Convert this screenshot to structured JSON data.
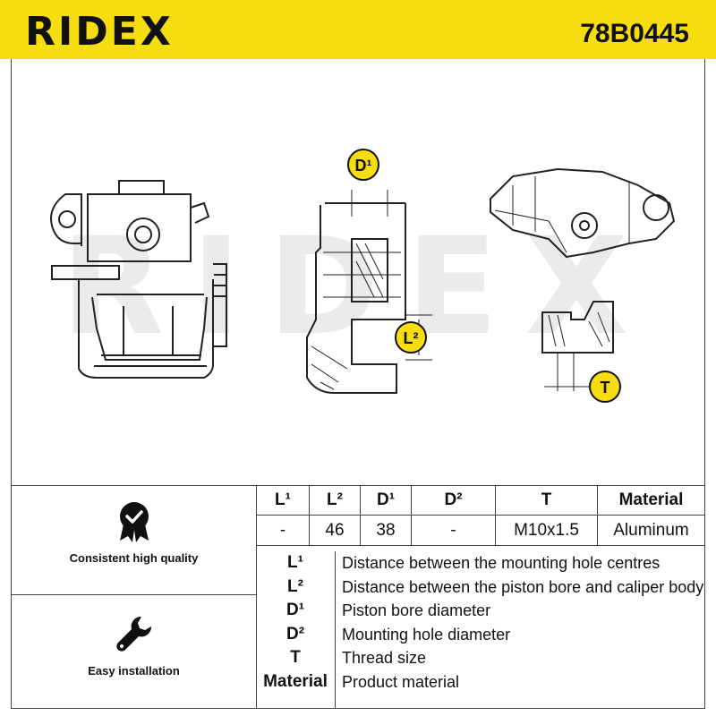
{
  "header": {
    "brand": "RIDEX",
    "part_number": "78B0445",
    "background_color": "#f6dd0f"
  },
  "drawing": {
    "watermark": "RIDEX",
    "badges": {
      "d1": "D¹",
      "l2": "L²",
      "t": "T"
    },
    "badge_color": "#f6dd0f"
  },
  "features": [
    {
      "icon": "quality-badge-icon",
      "label": "Consistent high quality"
    },
    {
      "icon": "wrench-icon",
      "label": "Easy installation"
    }
  ],
  "specs": {
    "headers": [
      "L¹",
      "L²",
      "D¹",
      "D²",
      "T",
      "Material"
    ],
    "values": [
      "-",
      "46",
      "38",
      "-",
      "M10x1.5",
      "Aluminum"
    ]
  },
  "legend": [
    {
      "key": "L¹",
      "desc": "Distance between the mounting hole centres"
    },
    {
      "key": "L²",
      "desc": "Distance between the piston bore and caliper body"
    },
    {
      "key": "D¹",
      "desc": "Piston bore diameter"
    },
    {
      "key": "D²",
      "desc": "Mounting hole diameter"
    },
    {
      "key": "T",
      "desc": "Thread size"
    },
    {
      "key": "Material",
      "desc": "Product material"
    }
  ]
}
